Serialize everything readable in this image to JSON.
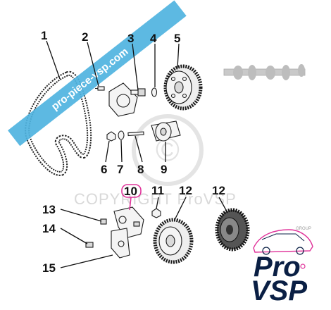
{
  "banner": {
    "text": "pro-piece-vsp.com",
    "color": "#4fb3df"
  },
  "watermark": {
    "text": "COPYRIGHT ProVSP",
    "symbol": "©"
  },
  "callouts": [
    {
      "id": "1",
      "label": "1"
    },
    {
      "id": "2",
      "label": "2"
    },
    {
      "id": "3",
      "label": "3"
    },
    {
      "id": "4",
      "label": "4"
    },
    {
      "id": "5",
      "label": "5"
    },
    {
      "id": "6",
      "label": "6"
    },
    {
      "id": "7",
      "label": "7"
    },
    {
      "id": "8",
      "label": "8"
    },
    {
      "id": "9",
      "label": "9"
    },
    {
      "id": "10",
      "label": "10",
      "highlight": "#e0339a"
    },
    {
      "id": "11",
      "label": "11"
    },
    {
      "id": "12a",
      "label": "12"
    },
    {
      "id": "12b",
      "label": "12"
    },
    {
      "id": "13",
      "label": "13"
    },
    {
      "id": "14",
      "label": "14"
    },
    {
      "id": "15",
      "label": "15"
    }
  ],
  "logo": {
    "line1": "Pro",
    "line2": "VSP",
    "tag": "GROUP",
    "accent": "#e0339a",
    "color": "#0a1f44"
  },
  "parts": {
    "belt": "timing-belt",
    "camshaft": "camshaft",
    "pulley_cam": "camshaft-pulley",
    "tensioner": "tensioner-roller",
    "crank_gear": "crankshaft-sprocket"
  }
}
